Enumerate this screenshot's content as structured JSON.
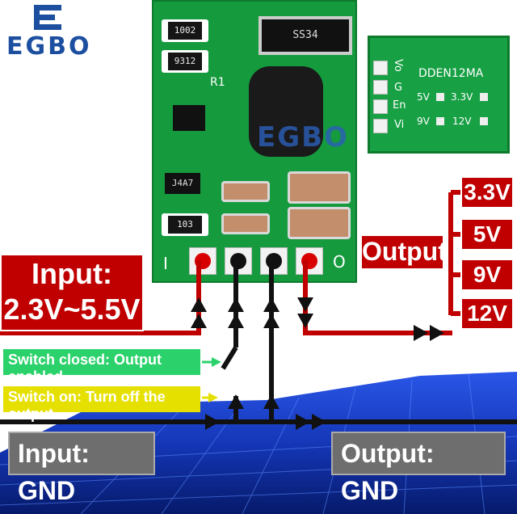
{
  "logo": {
    "text": "EGBO"
  },
  "watermark": {
    "text": "EGBO"
  },
  "pcb": {
    "r1_code": "1002",
    "r2_code": "9312",
    "r3_code": "103",
    "diode_code": "SS34",
    "transistor_code": "J4A7",
    "r_label": "R1",
    "pin_left": "I",
    "pin_right": "O"
  },
  "back_pcb": {
    "model": "DDEN12MA",
    "pin_labels": [
      "Vo",
      "G",
      "En",
      "Vi"
    ],
    "jumper_labels": [
      "5V",
      "3.3V",
      "9V",
      "12V"
    ]
  },
  "input": {
    "line1": "Input:",
    "line2": "2.3V~5.5V"
  },
  "output": {
    "label": "Output",
    "voltages": [
      "3.3V",
      "5V",
      "9V",
      "12V"
    ]
  },
  "switch_closed_label": "Switch closed: Output enabled",
  "switch_on_label": "Switch on: Turn off the output",
  "gnd_input": "Input: GND",
  "gnd_output": "Output: GND",
  "colors": {
    "wire_red": "#c00000",
    "wire_black": "#111111",
    "pcb_green": "#159a3e",
    "grid_blue": "#1a3dd6"
  }
}
